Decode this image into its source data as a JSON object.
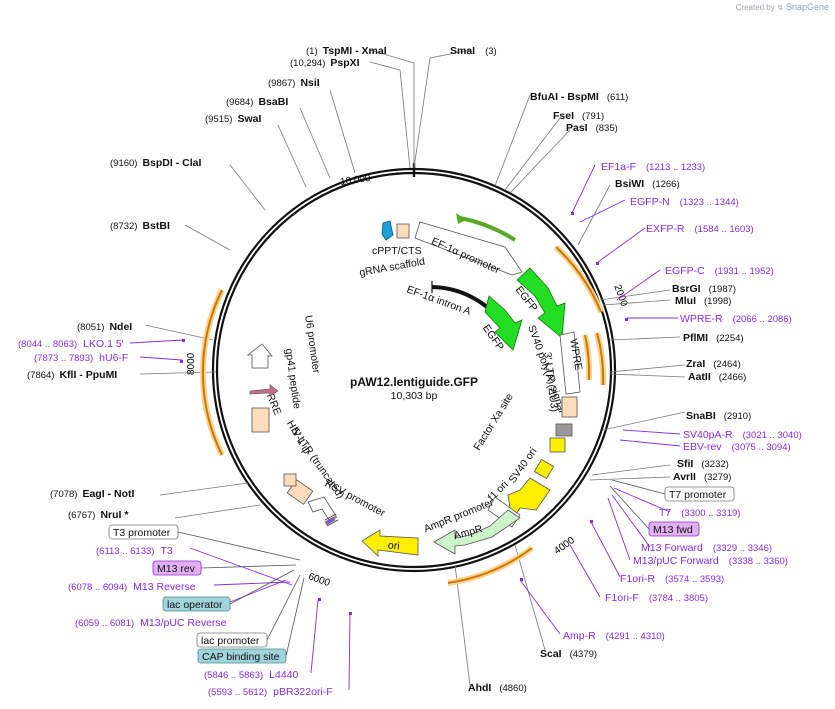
{
  "credit": {
    "prefix": "Created by",
    "brand": "SnapGene"
  },
  "plasmid": {
    "name": "pAW12.lentiguide.GFP",
    "size": "10,303 bp"
  },
  "ticks": [
    "10,000",
    "2000",
    "4000",
    "6000",
    "8000"
  ],
  "enzymes": [
    {
      "pos": "(1)",
      "name": "TspMI",
      "sep": " - ",
      "name2": "XmaI"
    },
    {
      "name": "SmaI",
      "pos": "(3)"
    },
    {
      "pos": "(10,294)",
      "name": "PspXI"
    },
    {
      "pos": "(9867)",
      "name": "NsiI"
    },
    {
      "pos": "(9684)",
      "name": "BsaBI"
    },
    {
      "pos": "(9515)",
      "name": "SwaI"
    },
    {
      "pos": "(9160)",
      "name": "BspDI",
      "sep": " - ",
      "name2": "ClaI"
    },
    {
      "pos": "(8732)",
      "name": "BstBI"
    },
    {
      "pos": "(8051)",
      "name": "NdeI"
    },
    {
      "pos": "(7864)",
      "name": "KflI",
      "sep": " - ",
      "name2": "PpuMI"
    },
    {
      "pos": "(7078)",
      "name": "EagI",
      "sep": " - ",
      "name2": "NotI"
    },
    {
      "pos": "(6767)",
      "name": "NruI *"
    },
    {
      "name": "BfuAI",
      "sep": " - ",
      "name2": "BspMI",
      "pos": "(611)"
    },
    {
      "name": "FseI",
      "pos": "(791)"
    },
    {
      "name": "PasI",
      "pos": "(835)"
    },
    {
      "name": "BsiWI",
      "pos": "(1266)"
    },
    {
      "name": "BsrGI",
      "pos": "(1987)"
    },
    {
      "name": "MluI",
      "pos": "(1998)"
    },
    {
      "name": "PflMI",
      "pos": "(2254)"
    },
    {
      "name": "ZraI",
      "pos": "(2464)"
    },
    {
      "name": "AatII",
      "pos": "(2466)"
    },
    {
      "name": "SnaBI",
      "pos": "(2910)"
    },
    {
      "name": "SfiI",
      "pos": "(3232)"
    },
    {
      "name": "AvrII",
      "pos": "(3279)"
    },
    {
      "name": "ScaI",
      "pos": "(4379)"
    },
    {
      "name": "AhdI",
      "pos": "(4860)"
    }
  ],
  "primers": [
    {
      "name": "EF1a-F",
      "pos": "(1213 .. 1233)"
    },
    {
      "name": "EGFP-N",
      "pos": "(1323 .. 1344)"
    },
    {
      "name": "EXFP-R",
      "pos": "(1584 .. 1603)"
    },
    {
      "name": "EGFP-C",
      "pos": "(1931 .. 1952)"
    },
    {
      "name": "WPRE-R",
      "pos": "(2066 .. 2086)"
    },
    {
      "name": "SV40pA-R",
      "pos": "(3021 .. 3040)"
    },
    {
      "name": "EBV-rev",
      "pos": "(3075 .. 3094)"
    },
    {
      "name": "T7",
      "pos": "(3300 .. 3319)"
    },
    {
      "name": "M13 Forward",
      "pos": "(3329 .. 3346)"
    },
    {
      "name": "M13/pUC Forward",
      "pos": "(3338 .. 3360)"
    },
    {
      "name": "F1ori-R",
      "pos": "(3574 .. 3593)"
    },
    {
      "name": "F1ori-F",
      "pos": "(3784 .. 3805)"
    },
    {
      "name": "Amp-R",
      "pos": "(4291 .. 4310)"
    },
    {
      "name": "LKO.1 5'",
      "pos": "(8044 .. 8063)"
    },
    {
      "name": "hU6-F",
      "pos": "(7873 .. 7893)"
    },
    {
      "name": "T3",
      "pos": "(6113 .. 6133)"
    },
    {
      "name": "M13 Reverse",
      "pos": "(6078 .. 6094)"
    },
    {
      "name": "M13/pUC Reverse",
      "pos": "(6059 .. 6081)"
    },
    {
      "name": "L4440",
      "pos": "(5846 .. 5863)"
    },
    {
      "name": "pBR322ori-F",
      "pos": "(5593 .. 5612)"
    }
  ],
  "boxes": [
    {
      "name": "T7 promoter",
      "style": "white"
    },
    {
      "name": "M13 fwd",
      "style": "purple"
    },
    {
      "name": "T3 promoter",
      "style": "white"
    },
    {
      "name": "M13 rev",
      "style": "purple"
    },
    {
      "name": "lac operator",
      "style": "teal"
    },
    {
      "name": "lac promoter",
      "style": "white"
    },
    {
      "name": "CAP binding site",
      "style": "teal"
    }
  ],
  "features": [
    "EF-1α promoter",
    "cPPT/CTS",
    "gRNA scaffold",
    "EF-1α intron A",
    "EGFP",
    "EGFP",
    "WPRE",
    "3' LTR (ΔU3)",
    "SV40 poly(A) signal",
    "Factor Xa site",
    "SV40 ori",
    "f1 ori",
    "AmpR promoter",
    "AmpR",
    "ori",
    "RSV promoter",
    "5' LTR (truncated)",
    "HIV-1 ψ",
    "RRE",
    "gp41 peptide",
    "U6 promoter"
  ],
  "colors": {
    "backbone": "#111111",
    "enzyme_line": "#777777",
    "primer": "#8a2be2",
    "egfp": "#22dd22",
    "ori": "#ffee00",
    "ampr": "#ccf5cc",
    "orange_feature": "#ffddbb",
    "orange_arc": "#c8780a",
    "teal_box": "#a0d4da",
    "purple_box": "#e0b0f0",
    "blue_feature": "#1ca0dc"
  }
}
